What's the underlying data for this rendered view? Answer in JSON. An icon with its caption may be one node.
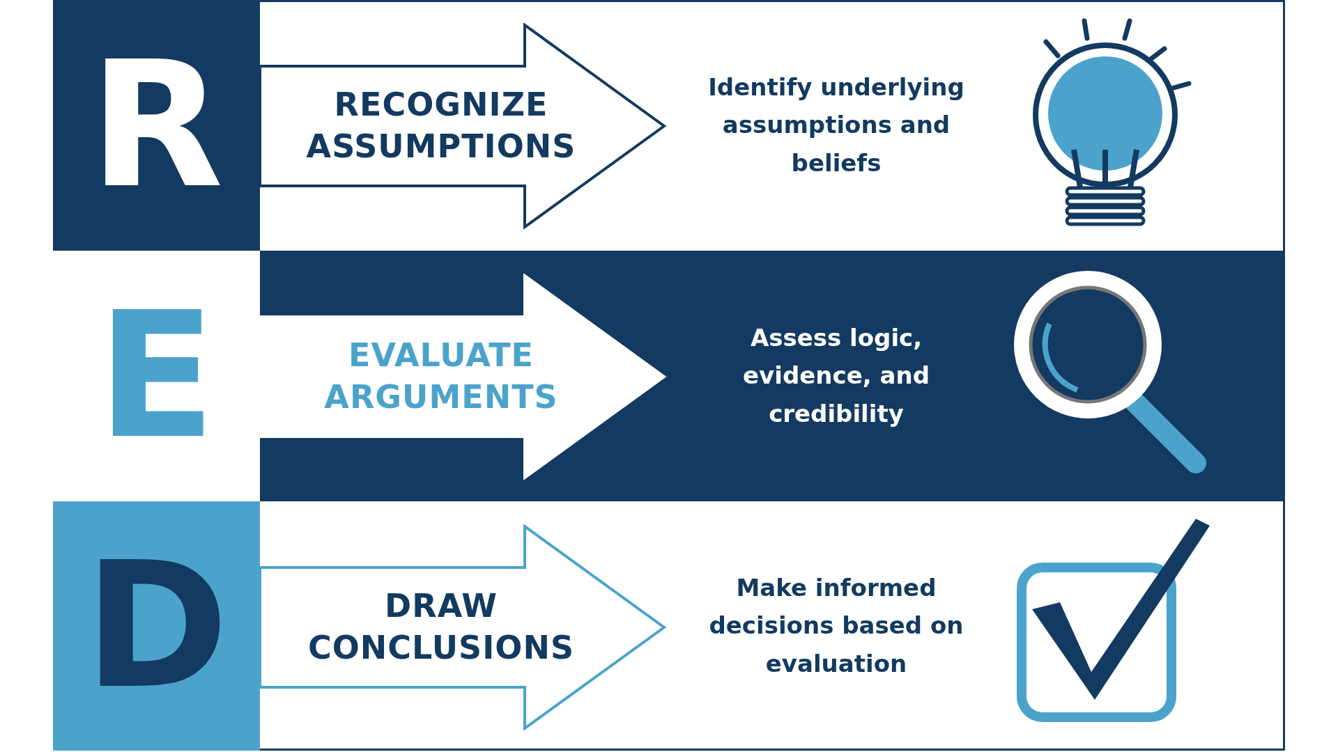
{
  "diagram": {
    "nodes": [
      {
        "text": [
          "R"
        ]
      },
      {
        "text": [
          "RECOGNIZE ASSUMPTIONS"
        ]
      },
      {
        "text": [
          "E"
        ]
      },
      {
        "text": [
          "EVALUATE ARGUMENTS"
        ]
      },
      {
        "text": [
          "D"
        ]
      },
      {
        "text": [
          "DRAW CONCLUSIONS"
        ]
      }
    ],
    "labels": [
      "Identify underlying assumptions and beliefs",
      "Assess logic, evidence, and credibility",
      "Make informed decisions based on evaluation"
    ]
  }
}
